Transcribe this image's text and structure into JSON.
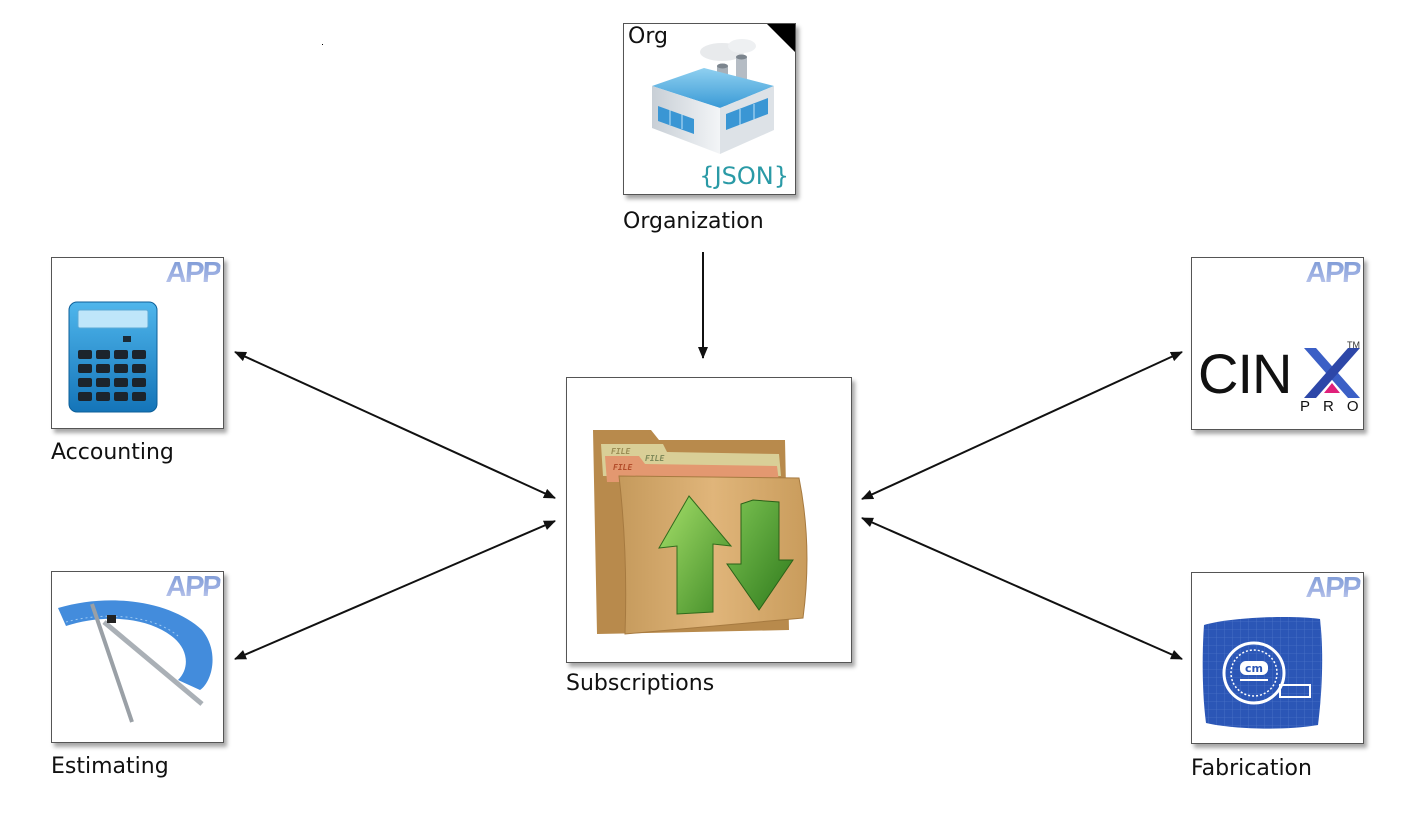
{
  "diagram": {
    "nodes": {
      "organization": {
        "label": "Organization",
        "icon_title": "Org",
        "icon_caption": "{JSON}",
        "icon": "factory-icon"
      },
      "subscriptions": {
        "label": "Subscriptions",
        "icon": "folder-sync-icon",
        "file_tags": [
          "FILE",
          "FILE",
          "FILE"
        ]
      },
      "accounting": {
        "label": "Accounting",
        "badge": "APP",
        "icon": "calculator-icon"
      },
      "estimating": {
        "label": "Estimating",
        "badge": "APP",
        "icon": "compass-protractor-icon"
      },
      "cinx": {
        "label": "",
        "badge": "APP",
        "logo_text": "CIN",
        "logo_x": "X",
        "logo_sub": "PRO",
        "logo_tm": "TM",
        "icon": "cinx-pro-logo"
      },
      "fabrication": {
        "label": "Fabrication",
        "badge": "APP",
        "icon": "tape-measure-blueprint-icon",
        "icon_text": "cm"
      }
    },
    "edges": [
      {
        "from": "organization",
        "to": "subscriptions",
        "direction": "one-way"
      },
      {
        "from": "accounting",
        "to": "subscriptions",
        "direction": "two-way"
      },
      {
        "from": "estimating",
        "to": "subscriptions",
        "direction": "two-way"
      },
      {
        "from": "cinx",
        "to": "subscriptions",
        "direction": "two-way"
      },
      {
        "from": "fabrication",
        "to": "subscriptions",
        "direction": "two-way"
      }
    ],
    "colors": {
      "arrow": "#111111",
      "json_text": "#2a9aa6",
      "app_badge": "#8fa6de",
      "calculator": "#1e8fd0",
      "folder": "#d4a868",
      "green_arrow": "#5aab3a",
      "blueprint": "#2b58b8",
      "cinx_x": "#3d5fc4",
      "cinx_accent": "#e0207a"
    }
  }
}
